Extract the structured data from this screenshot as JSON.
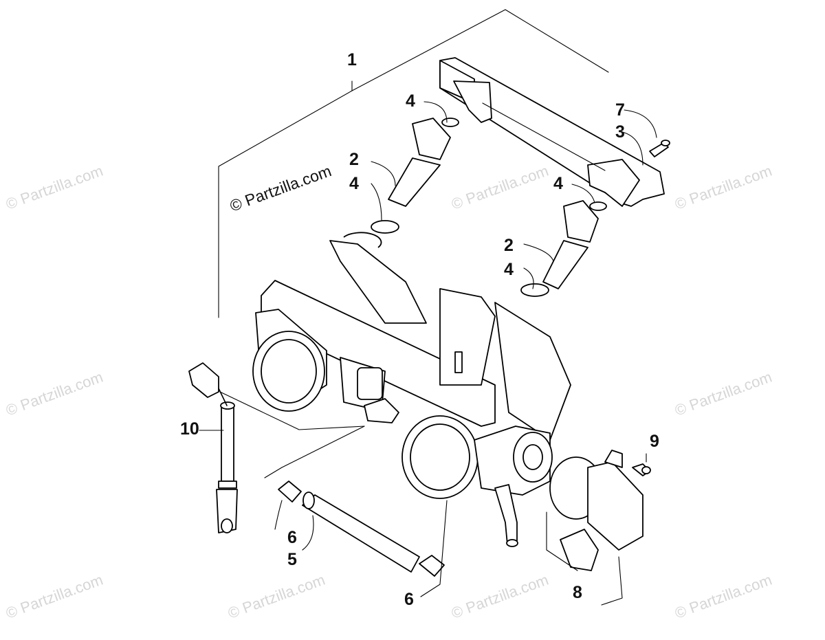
{
  "diagram": {
    "copyright": "© Partzilla.com",
    "watermark_text": "© Partzilla.com",
    "callouts": [
      {
        "id": "c1",
        "label": "1"
      },
      {
        "id": "c2a",
        "label": "2"
      },
      {
        "id": "c2b",
        "label": "2"
      },
      {
        "id": "c3",
        "label": "3"
      },
      {
        "id": "c4a",
        "label": "4"
      },
      {
        "id": "c4b",
        "label": "4"
      },
      {
        "id": "c4c",
        "label": "4"
      },
      {
        "id": "c4d",
        "label": "4"
      },
      {
        "id": "c5",
        "label": "5"
      },
      {
        "id": "c6a",
        "label": "6"
      },
      {
        "id": "c6b",
        "label": "6"
      },
      {
        "id": "c7",
        "label": "7"
      },
      {
        "id": "c8",
        "label": "8"
      },
      {
        "id": "c9",
        "label": "9"
      },
      {
        "id": "c10",
        "label": "10"
      }
    ],
    "colors": {
      "ink": "#000000",
      "watermark": "#d6d6d6",
      "background": "#ffffff"
    }
  }
}
